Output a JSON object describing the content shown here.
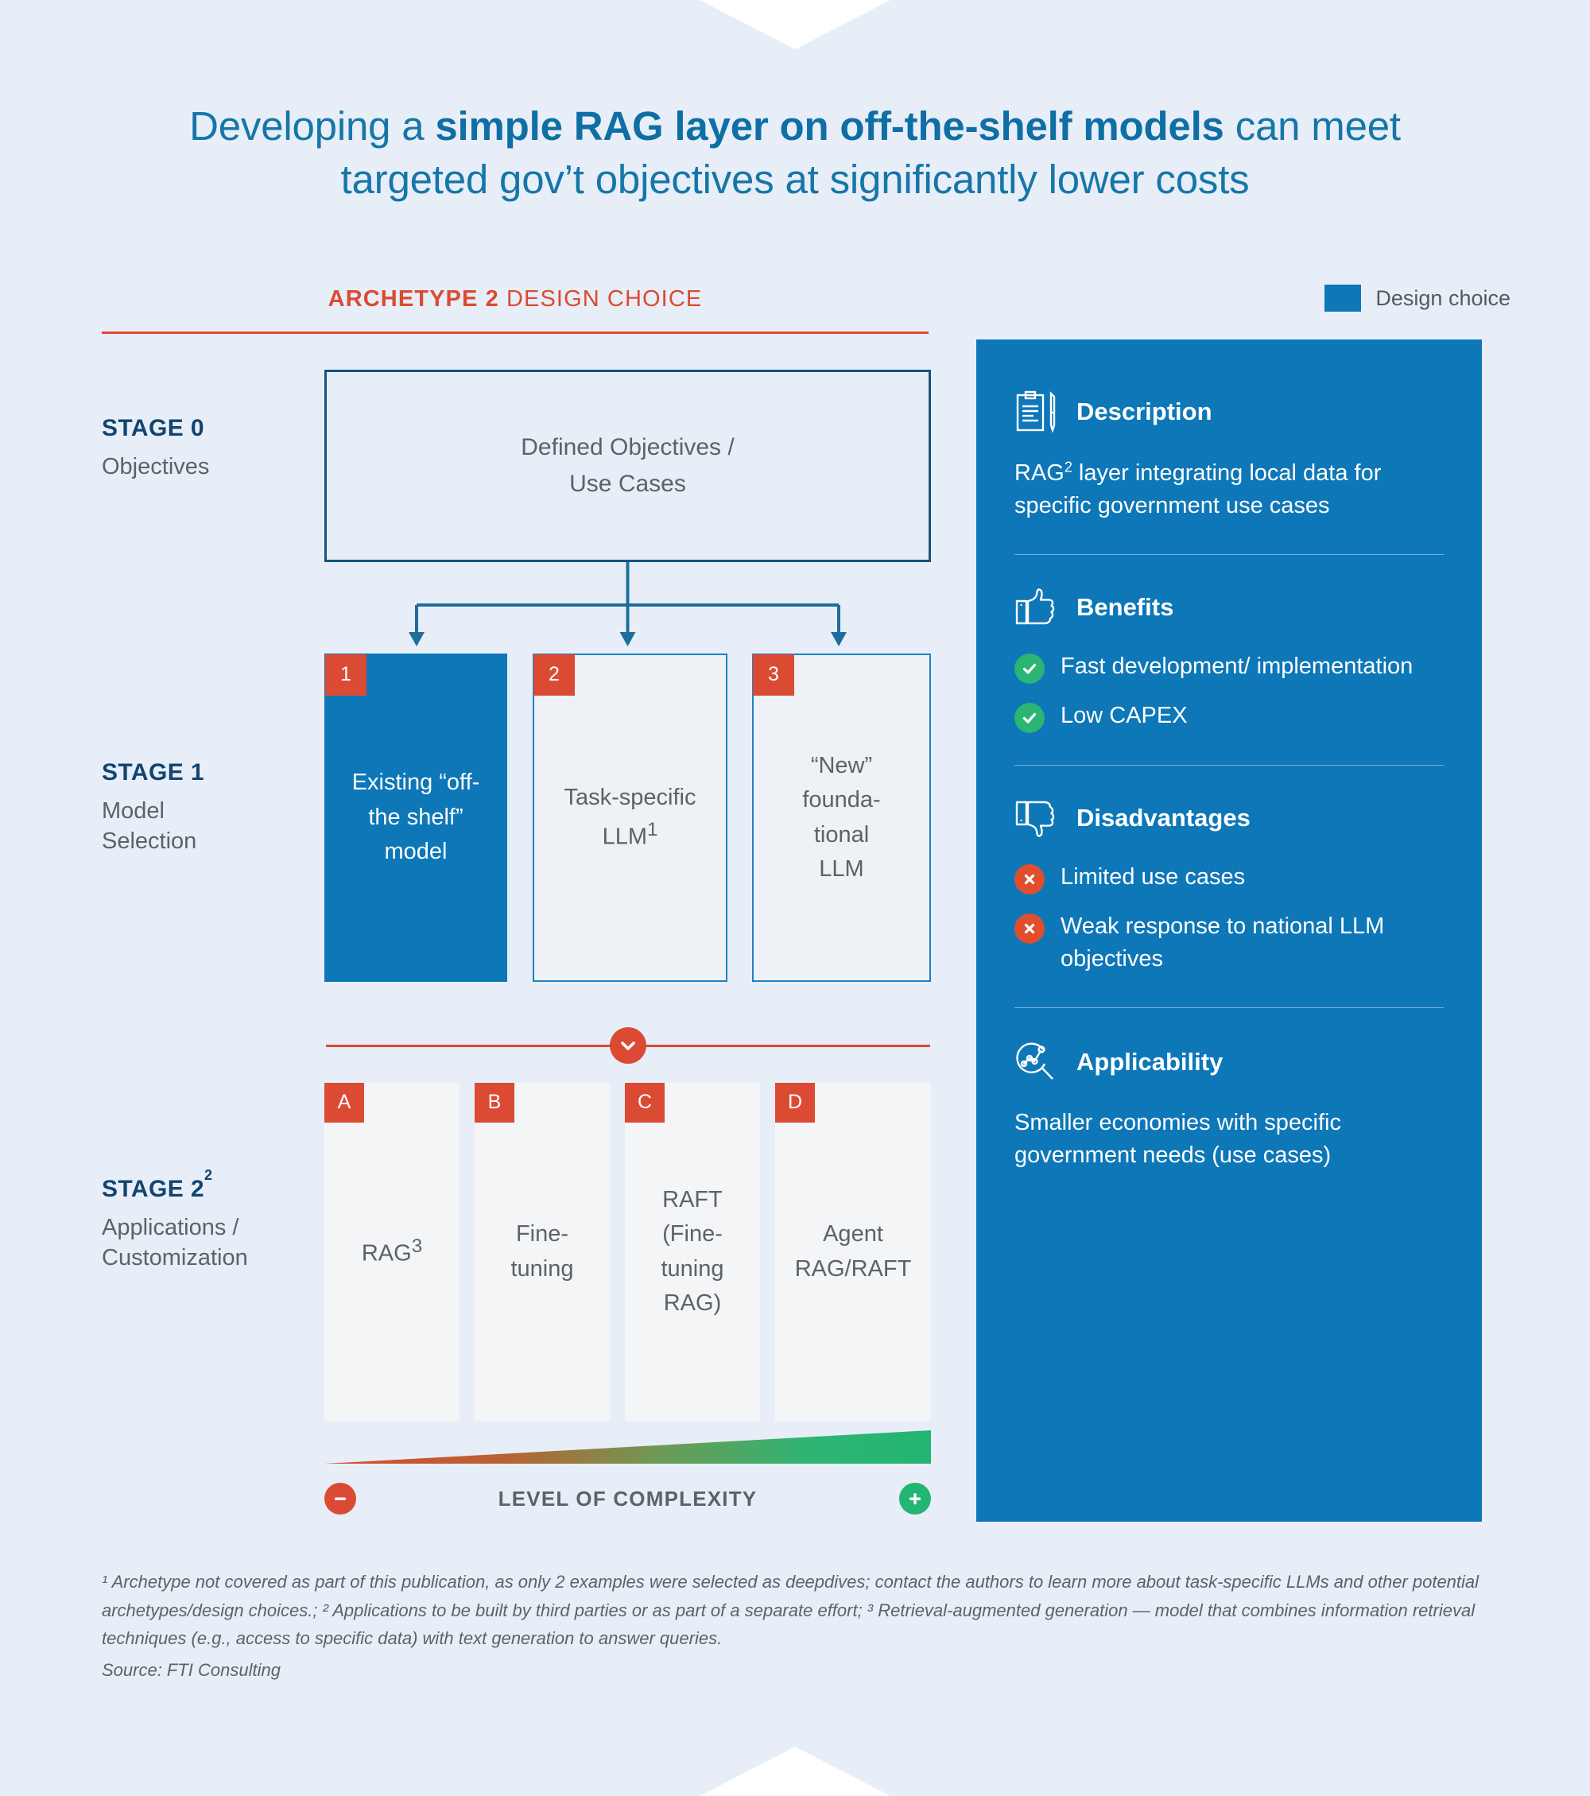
{
  "title": {
    "pre": "Developing a ",
    "bold": "simple RAG layer on off-the-shelf models",
    "post": " can meet targeted gov’t objectives at significantly lower costs"
  },
  "archetype_header": {
    "bold": "ARCHETYPE 2",
    "light": " DESIGN CHOICE"
  },
  "legend": {
    "label": "Design choice",
    "color": "#0d77b8"
  },
  "stages": [
    {
      "num": "STAGE 0",
      "sup": "",
      "sub": "Objectives"
    },
    {
      "num": "STAGE 1",
      "sup": "",
      "sub_line1": "Model",
      "sub_line2": "Selection"
    },
    {
      "num": "STAGE 2",
      "sup": "2",
      "sub_line1": "Applications /",
      "sub_line2": "Customization"
    }
  ],
  "stage0": {
    "line1": "Defined Objectives /",
    "line2": "Use Cases"
  },
  "stage1_cards": [
    {
      "badge": "1",
      "line1": "Existing “off-",
      "line2": "the shelf”",
      "line3": "model",
      "selected": true
    },
    {
      "badge": "2",
      "line1": "Task-specific",
      "line2": "LLM",
      "sup": "1",
      "selected": false
    },
    {
      "badge": "3",
      "line1": "“New”",
      "line2": "founda-",
      "line3": "tional",
      "line4": "LLM",
      "selected": false
    }
  ],
  "stage2_cards": [
    {
      "badge": "A",
      "line1": "RAG",
      "sup": "3"
    },
    {
      "badge": "B",
      "line1": "Fine-",
      "line2": "tuning"
    },
    {
      "badge": "C",
      "line1": "RAFT",
      "line2": "(Fine-",
      "line3": "tuning",
      "line4": "RAG)"
    },
    {
      "badge": "D",
      "line1": "Agent",
      "line2": "RAG/RAFT"
    }
  ],
  "complexity": {
    "label": "LEVEL OF COMPLEXITY",
    "minus": "−",
    "plus": "+",
    "gradient_from": "#db4a33",
    "gradient_to": "#22b573"
  },
  "panel": {
    "background": "#0d77b8",
    "sections": [
      {
        "icon": "clipboard-pen-icon",
        "title": "Description",
        "body_pre": "RAG",
        "body_sup": "2",
        "body_post": " layer integrating local data for specific government use cases"
      },
      {
        "icon": "thumbs-up-icon",
        "title": "Benefits",
        "bullets": [
          {
            "kind": "ok",
            "text": "Fast development/ implementation"
          },
          {
            "kind": "ok",
            "text": "Low CAPEX"
          }
        ]
      },
      {
        "icon": "thumbs-down-icon",
        "title": "Disadvantages",
        "bullets": [
          {
            "kind": "no",
            "text": "Limited use cases"
          },
          {
            "kind": "no",
            "text": "Weak response to national LLM objectives"
          }
        ]
      },
      {
        "icon": "magnifier-network-icon",
        "title": "Applicability",
        "body": "Smaller economies with specific government needs (use cases)"
      }
    ]
  },
  "footnotes": {
    "text": "¹ Archetype not covered as part of this publication, as only 2 examples were selected as deepdives; contact the authors to learn more about task-specific LLMs and other potential archetypes/design choices.; ² Applications to be built by third parties or as part of a separate effort; ³ Retrieval-augmented generation — model that combines information retrieval techniques (e.g., access to specific data) with text generation to answer queries.",
    "source": "Source: FTI Consulting"
  }
}
